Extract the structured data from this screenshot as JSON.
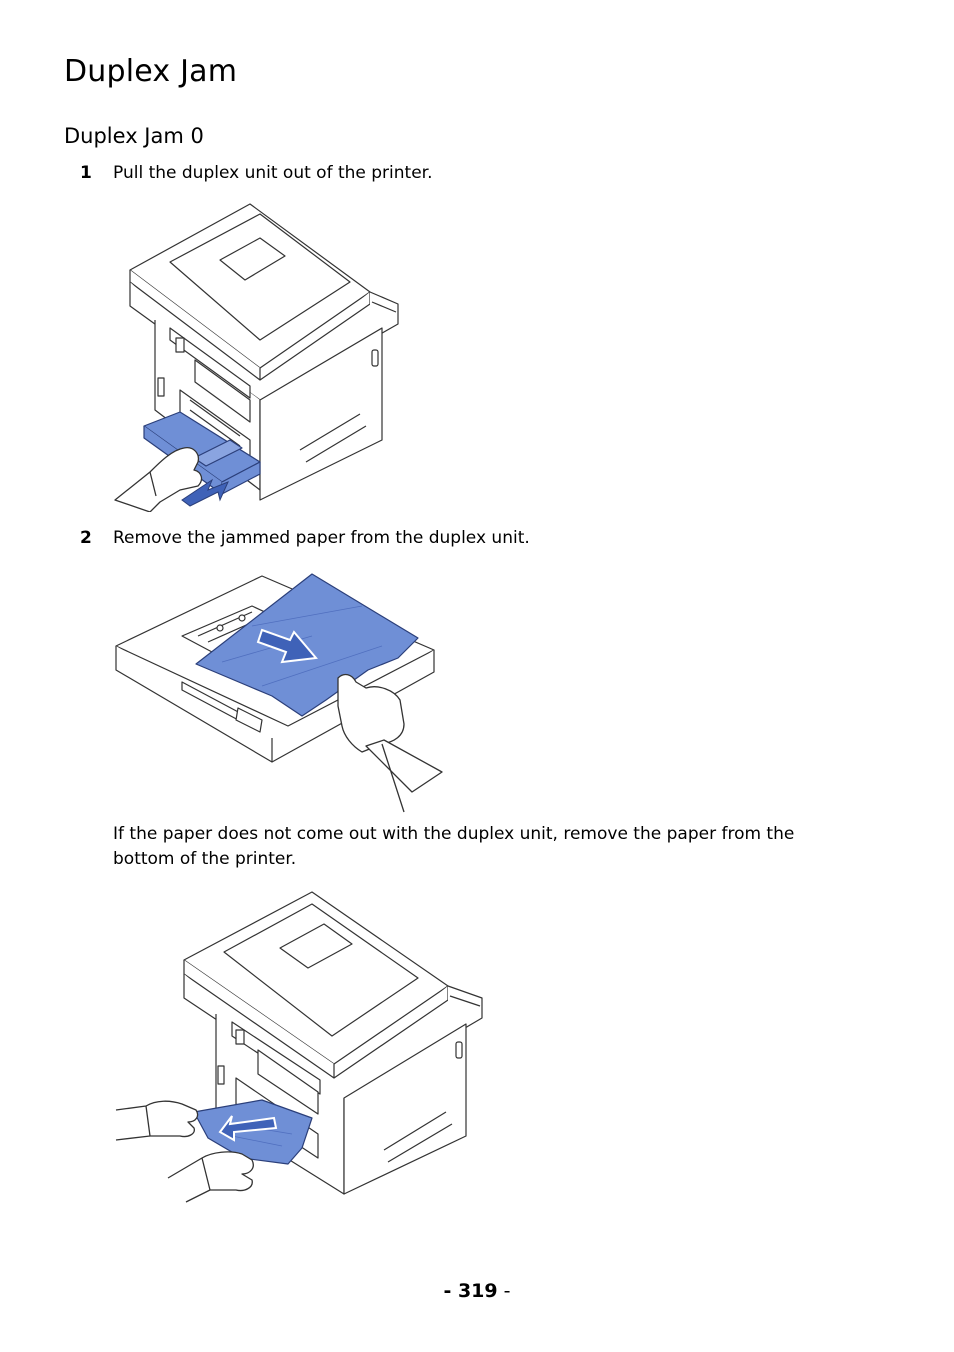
{
  "heading": "Duplex Jam",
  "subheading": "Duplex Jam 0",
  "steps": [
    {
      "number": "1",
      "text": "Pull the duplex unit out of the printer."
    },
    {
      "number": "2",
      "text": "Remove the jammed paper from the duplex unit."
    }
  ],
  "note": "If the paper does not come out with the duplex unit, remove the paper from the bottom of the printer.",
  "page_number": "- 319",
  "page_number_suffix": " -",
  "colors": {
    "accent_blue": "#6f8fd6",
    "arrow_blue": "#3f62b8",
    "line": "#333333"
  },
  "figures": [
    {
      "name": "printer-duplex-pull-illustration"
    },
    {
      "name": "duplex-unit-paper-removal-illustration"
    },
    {
      "name": "printer-bottom-paper-removal-illustration"
    }
  ]
}
